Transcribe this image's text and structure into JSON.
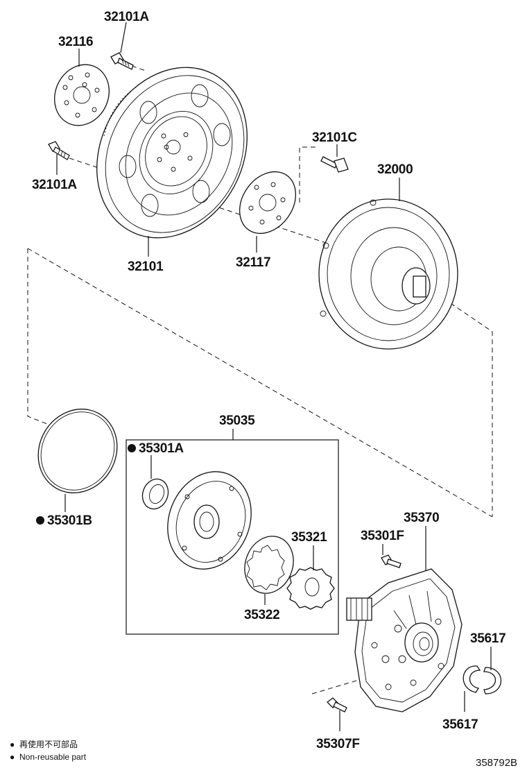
{
  "diagram": {
    "reference": "358792B",
    "legend": {
      "marker": "●",
      "line1": "再使用不可部品",
      "line2": "Non-reusable part"
    },
    "group_label": "35035",
    "parts": {
      "p32101A_top": "32101A",
      "p32116": "32116",
      "p32101A_left": "32101A",
      "p32101": "32101",
      "p32101C": "32101C",
      "p32117": "32117",
      "p32000": "32000",
      "p35301A": "35301A",
      "p35301B": "35301B",
      "p35321": "35321",
      "p35322": "35322",
      "p35370": "35370",
      "p35301F": "35301F",
      "p35617_top": "35617",
      "p35617_bottom": "35617",
      "p35307F": "35307F"
    }
  }
}
